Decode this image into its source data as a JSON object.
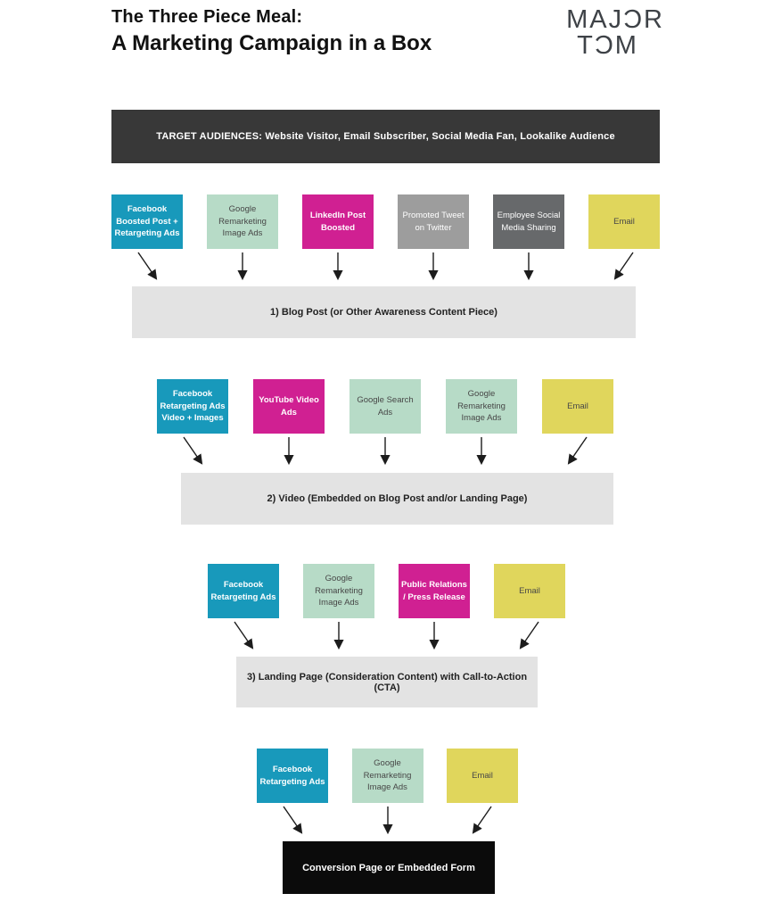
{
  "header": {
    "title_line1": "The Three Piece Meal:",
    "title_line2": "A Marketing Campaign in a Box",
    "logo_line1": "MAJƆR",
    "logo_line2": "TƆM"
  },
  "banner": {
    "text": "TARGET AUDIENCES: Website Visitor, Email Subscriber, Social Media Fan, Lookalike Audience"
  },
  "colors": {
    "teal": "#1899bb",
    "mint": "#b7dbc7",
    "magenta": "#d02092",
    "gray": "#9d9d9d",
    "darkgray": "#67696b",
    "yellow": "#e0d65c",
    "banner_background": "#383838",
    "stage_bar_background": "#e3e3e3",
    "conversion_bar_background": "#0b0b0b"
  },
  "tiers": [
    {
      "boxes": [
        {
          "label": "Facebook Boosted Post + Retargeting Ads",
          "color": "teal"
        },
        {
          "label": "Google Remarketing Image Ads",
          "color": "mint"
        },
        {
          "label": "LinkedIn Post Boosted",
          "color": "magenta"
        },
        {
          "label": "Promoted Tweet on Twitter",
          "color": "gray"
        },
        {
          "label": "Employee Social Media Sharing",
          "color": "darkgray"
        },
        {
          "label": "Email",
          "color": "yellow"
        }
      ],
      "bar": "1) Blog Post (or Other Awareness Content Piece)"
    },
    {
      "boxes": [
        {
          "label": "Facebook Retargeting Ads Video + Images",
          "color": "teal"
        },
        {
          "label": "YouTube Video Ads",
          "color": "magenta"
        },
        {
          "label": "Google Search Ads",
          "color": "mint"
        },
        {
          "label": "Google Remarketing Image Ads",
          "color": "mint"
        },
        {
          "label": "Email",
          "color": "yellow"
        }
      ],
      "bar": "2) Video (Embedded on Blog Post and/or Landing Page)"
    },
    {
      "boxes": [
        {
          "label": "Facebook Retargeting Ads",
          "color": "teal"
        },
        {
          "label": "Google Remarketing Image Ads",
          "color": "mint"
        },
        {
          "label": "Public Relations / Press Release",
          "color": "magenta"
        },
        {
          "label": "Email",
          "color": "yellow"
        }
      ],
      "bar": "3) Landing Page (Consideration Content) with Call-to-Action (CTA)"
    },
    {
      "boxes": [
        {
          "label": "Facebook Retargeting Ads",
          "color": "teal"
        },
        {
          "label": "Google Remarketing Image Ads",
          "color": "mint"
        },
        {
          "label": "Email",
          "color": "yellow"
        }
      ],
      "bar": "Conversion Page or Embedded Form"
    }
  ]
}
